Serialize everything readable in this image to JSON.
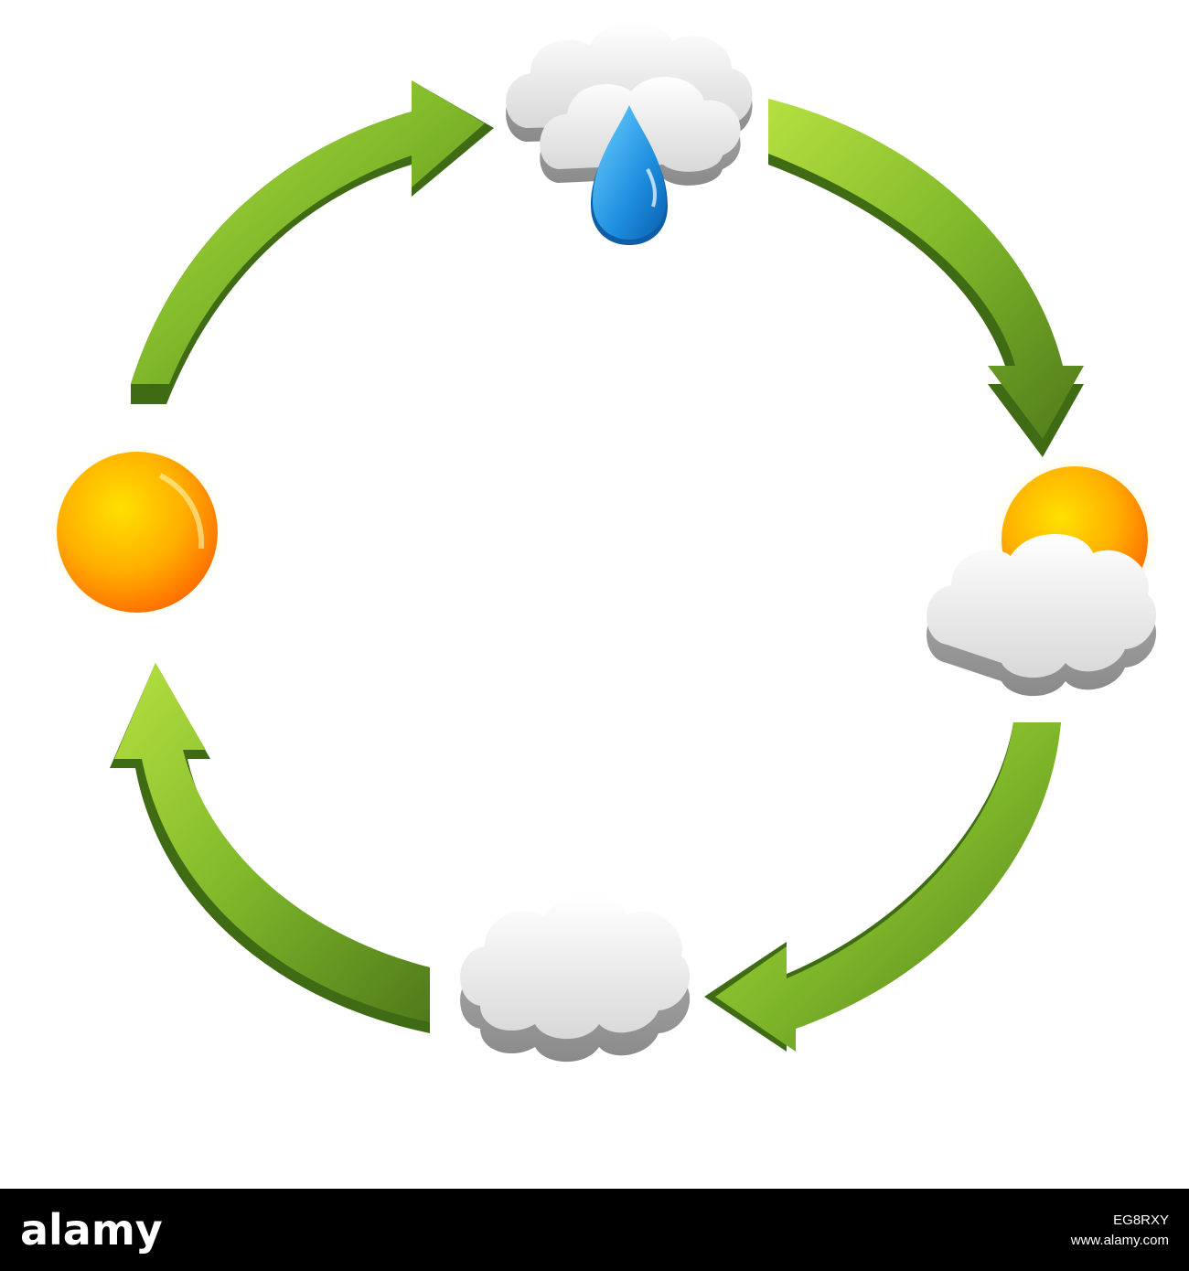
{
  "diagram": {
    "type": "weather-cycle",
    "stages": [
      {
        "id": "rain",
        "icon": "rain-cloud-icon"
      },
      {
        "id": "partly-cloudy",
        "icon": "sun-behind-cloud-icon"
      },
      {
        "id": "cloudy",
        "icon": "cloud-icon"
      },
      {
        "id": "sunny",
        "icon": "sun-icon"
      }
    ],
    "direction": "clockwise",
    "colors": {
      "arrow_light": "#a8d63a",
      "arrow_dark": "#4f7a1a",
      "sun_light": "#ffd800",
      "sun_dark": "#ff7a00",
      "cloud": "#e6e6e6",
      "drop": "#1f8fe0"
    }
  },
  "watermark": {
    "brand": "alamy",
    "image_id": "EG8RXY",
    "site": "www.alamy.com"
  }
}
